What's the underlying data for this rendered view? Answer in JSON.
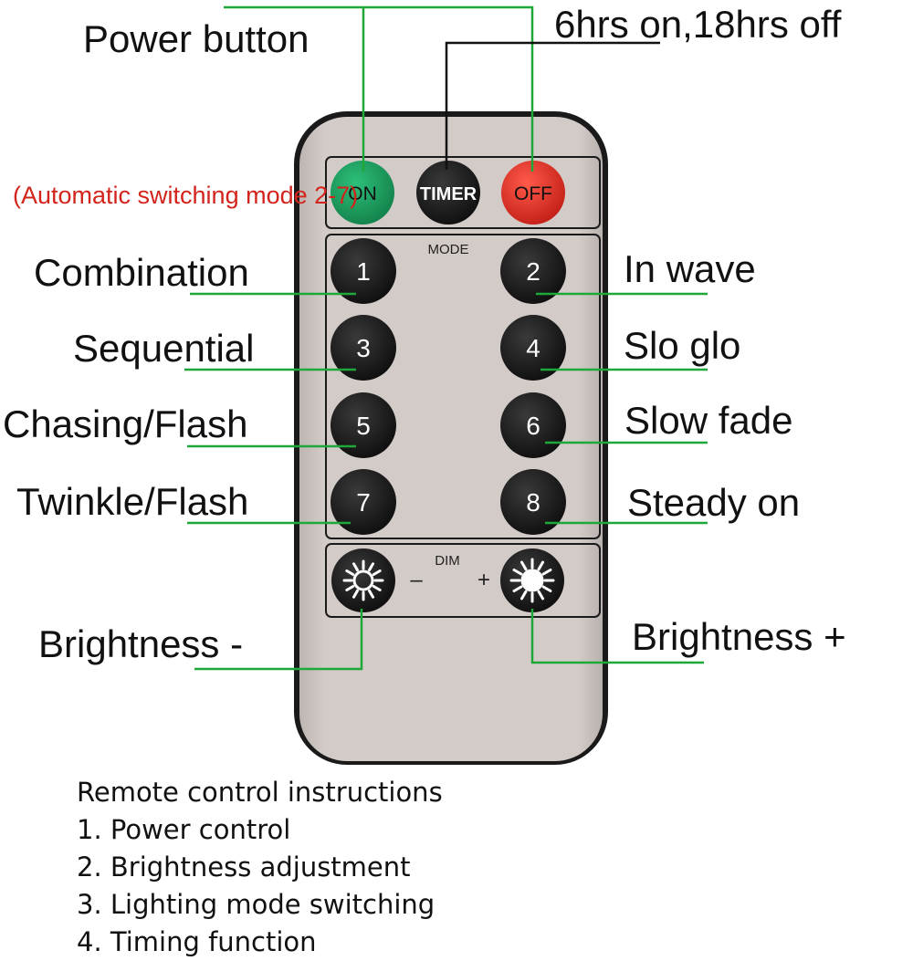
{
  "callouts": {
    "power_button": "Power button",
    "timer": "6hrs on,18hrs off",
    "auto_mode": "(Automatic switching mode 2-7)",
    "mode_1": "Combination",
    "mode_2": "In wave",
    "mode_3": "Sequential",
    "mode_4": "Slo glo",
    "mode_5": "Chasing/Flash",
    "mode_6": "Slow fade",
    "mode_7": "Twinkle/Flash",
    "mode_8": "Steady on",
    "brightness_minus": "Brightness -",
    "brightness_plus": "Brightness +"
  },
  "remote": {
    "on_label": "ON",
    "timer_label": "TIMER",
    "off_label": "OFF",
    "mode_label": "MODE",
    "dim_label": "DIM",
    "minus_sign": "–",
    "plus_sign": "+",
    "mode_buttons": [
      "1",
      "2",
      "3",
      "4",
      "5",
      "6",
      "7",
      "8"
    ]
  },
  "instructions": {
    "title": "Remote control instructions",
    "items": [
      "1. Power control",
      "2. Brightness adjustment",
      "3. Lighting mode switching",
      "4. Timing function"
    ]
  },
  "colors": {
    "line_green": "#1fa83a",
    "line_black": "#111111",
    "remote_body": "#cfc7c4",
    "on_button": "#1a9a5c",
    "off_button": "#e2352b",
    "dark_button": "#161616",
    "note_red": "#d3241c"
  }
}
